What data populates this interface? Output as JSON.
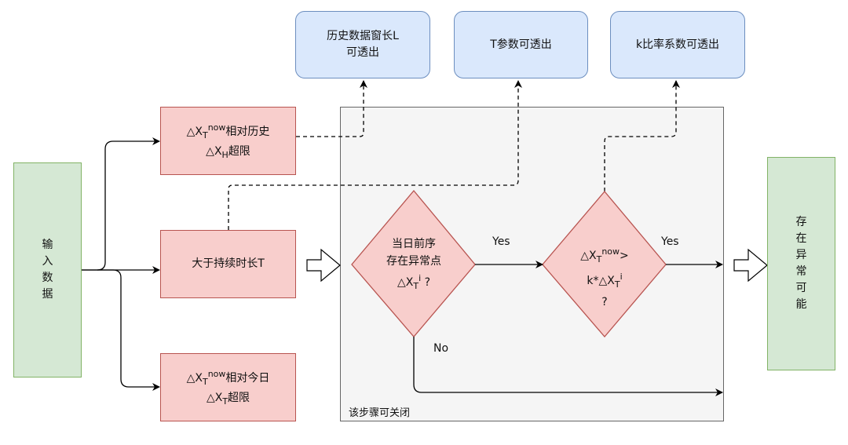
{
  "diagram": {
    "type": "flowchart",
    "colors": {
      "output_fill": "#dae8fc",
      "output_border": "#6c8ebf",
      "condition_fill": "#f8cecc",
      "condition_border": "#b85450",
      "io_fill": "#d5e8d4",
      "io_border": "#82b366",
      "group_fill": "#f5f5f5",
      "group_border": "#666666"
    },
    "input": {
      "chars": [
        "输",
        "入",
        "数",
        "据"
      ]
    },
    "output": {
      "chars": [
        "存",
        "在",
        "异",
        "常",
        "可",
        "能"
      ]
    },
    "params": [
      {
        "line1": "历史数据窗长L",
        "line2": "可透出"
      },
      {
        "line1": "T参数可透出"
      },
      {
        "line1": "k比率系数可透出"
      }
    ],
    "conditions": {
      "history": {
        "delta": "△X",
        "sub": "T",
        "sup": "now",
        "rest": "相对历史",
        "l2delta": "△X",
        "l2sub": "H",
        "l2rest": "超限"
      },
      "duration": {
        "text": "大于持续时长T"
      },
      "today": {
        "delta": "△X",
        "sub": "T",
        "sup": "now",
        "rest": "相对今日",
        "l2delta": "△X",
        "l2sub": "T",
        "l2rest": "超限"
      }
    },
    "group": {
      "label": "该步骤可关闭"
    },
    "decision1": {
      "line1": "当日前序",
      "line2": "存在异常点",
      "delta": "△X",
      "sub": "T",
      "sup": "i",
      "q": "?"
    },
    "decision2": {
      "delta": "△X",
      "sub": "T",
      "sup": "now",
      "gt": ">",
      "k": "k*△X",
      "ksub": "T",
      "ksup": "i",
      "q": "?"
    },
    "edge_labels": {
      "yes1": "Yes",
      "yes2": "Yes",
      "no": "No"
    }
  }
}
